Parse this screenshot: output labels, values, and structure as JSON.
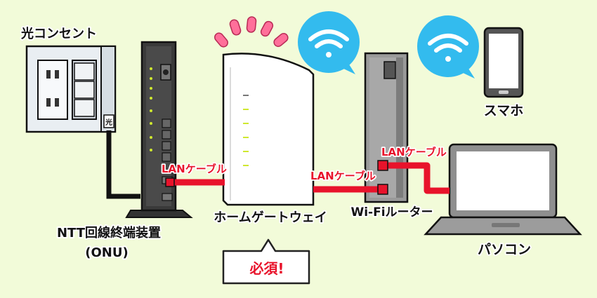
{
  "labels": {
    "outlet": "光コンセント",
    "outlet_tag": "光",
    "onu_line1": "NTT回線終端装置",
    "onu_line2": "(ONU)",
    "gateway": "ホームゲートウェイ",
    "wifi_router": "Wi-Fiルーター",
    "smartphone": "スマホ",
    "pc": "パソコン",
    "cable_1": "LANケーブル",
    "cable_2": "LANケーブル",
    "cable_3": "LANケーブル",
    "callout": "必須!"
  },
  "colors": {
    "background": "#f2fbd9",
    "cable": "#e8132b",
    "wifi_bubble": "#33bbee",
    "emphasis": "#e8132b"
  }
}
